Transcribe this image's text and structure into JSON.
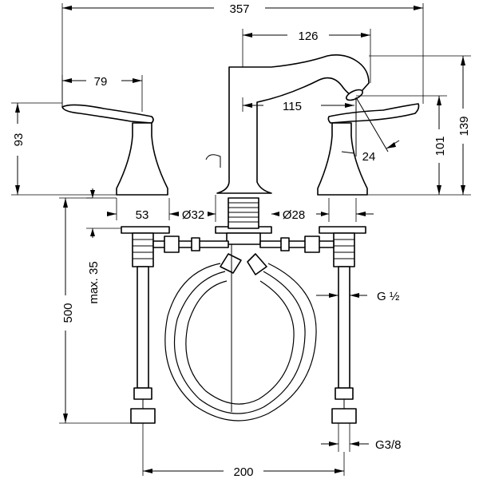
{
  "dimensions": {
    "overall_width": "357",
    "spout_reach": "126",
    "handle_reach": "79",
    "spout_inner": "115",
    "handle_height": "93",
    "spout_height": "101",
    "overall_height": "139",
    "angle": "24",
    "handle_base": "53",
    "spout_diameter": "Ø32",
    "handle_diameter": "Ø28",
    "max_thickness": "max. 35",
    "hose_length": "500",
    "inlet_thread": "G ½",
    "outlet_thread": "G3/8",
    "center_distance": "200"
  }
}
